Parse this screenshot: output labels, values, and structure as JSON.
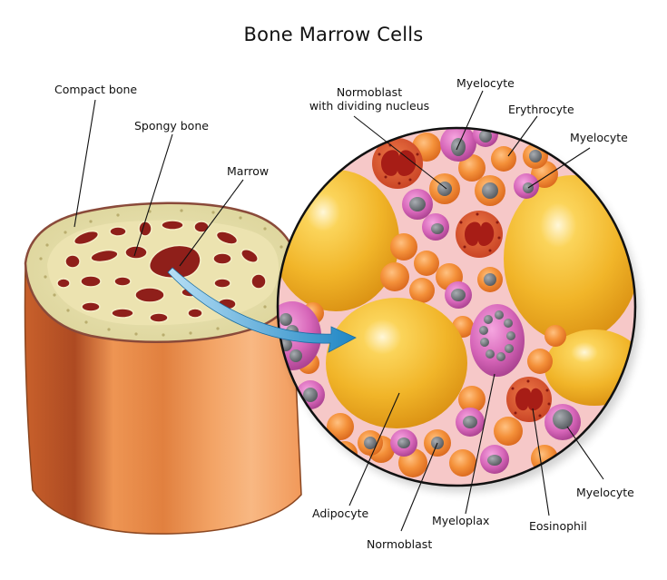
{
  "title": "Bone Marrow Cells",
  "bone_labels": {
    "compact_bone": "Compact bone",
    "spongy_bone": "Spongy bone",
    "marrow": "Marrow"
  },
  "cell_labels": {
    "normoblast_dividing_line1": "Normoblast",
    "normoblast_dividing_line2": "with dividing nucleus",
    "myelocyte_top": "Myelocyte",
    "erythrocyte": "Erythrocyte",
    "myelocyte_right_top": "Myelocyte",
    "myelocyte_right_bottom": "Myelocyte",
    "adipocyte": "Adipocyte",
    "normoblast": "Normoblast",
    "myeloplax": "Myeloplax",
    "eosinophil": "Eosinophil"
  },
  "colors": {
    "background": "#ffffff",
    "bone_shaft": "#e8894a",
    "bone_top": "#e9e4b4",
    "marrow_red": "#8f1f1a",
    "circle_bg": "#f6c9c9",
    "adipocyte": "#f0b428",
    "erythrocyte": "#f08a30",
    "myelocyte": "#d765b8",
    "nucleus": "#6f7378",
    "eosinophil": "#d7482a",
    "arrow": "#3d9fd4"
  }
}
